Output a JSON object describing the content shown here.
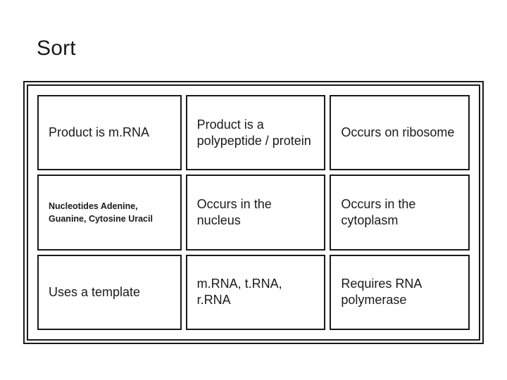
{
  "slide": {
    "title": "Sort",
    "table": {
      "rows": [
        [
          {
            "text": "Product is m.RNA",
            "style": "normal"
          },
          {
            "text": "Product is a polypeptide / protein",
            "style": "normal"
          },
          {
            "text": "Occurs on ribosome",
            "style": "normal"
          }
        ],
        [
          {
            "text": "Nucleotides Adenine, Guanine, Cytosine Uracil",
            "style": "small"
          },
          {
            "text": "Occurs in the nucleus",
            "style": "normal"
          },
          {
            "text": "Occurs in the cytoplasm",
            "style": "normal"
          }
        ],
        [
          {
            "text": "Uses a template",
            "style": "normal"
          },
          {
            "text": "m.RNA, t.RNA, r.RNA",
            "style": "normal"
          },
          {
            "text": "Requires RNA polymerase",
            "style": "normal"
          }
        ]
      ]
    },
    "colors": {
      "text": "#1a1a1a",
      "background": "#ffffff",
      "border": "#1a1a1a"
    }
  }
}
